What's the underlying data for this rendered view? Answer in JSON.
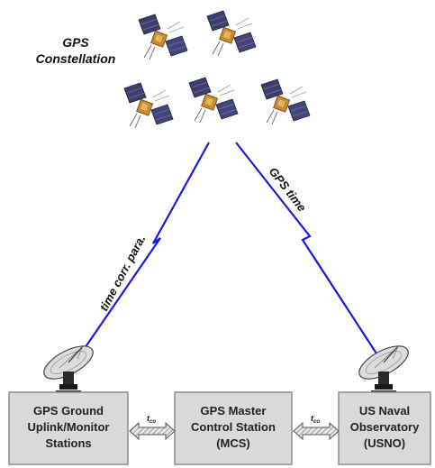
{
  "constellation": {
    "line1": "GPS",
    "line2": "Constellation"
  },
  "links": {
    "left_label": "time corr. para.",
    "right_label": "GPS time"
  },
  "boxes": {
    "left": {
      "line1": "GPS Ground",
      "line2": "Uplink/Monitor",
      "line3": "Stations"
    },
    "center": {
      "line1": "GPS Master",
      "line2": "Control Station",
      "line3": "(MCS)"
    },
    "right": {
      "line1": "US Naval",
      "line2": "Observatory",
      "line3": "(USNO)"
    }
  },
  "arrows": {
    "left_label": "t",
    "left_sub": "co",
    "right_label": "t",
    "right_sub": "co"
  },
  "icons": {
    "satellite": "satellite-icon",
    "dish": "satellite-dish-icon"
  },
  "colors": {
    "link": "#1a1adc",
    "box_fill": "#d9d9d9",
    "box_stroke": "#8c8c8c",
    "arrow_fill": "#c8c8c8"
  }
}
